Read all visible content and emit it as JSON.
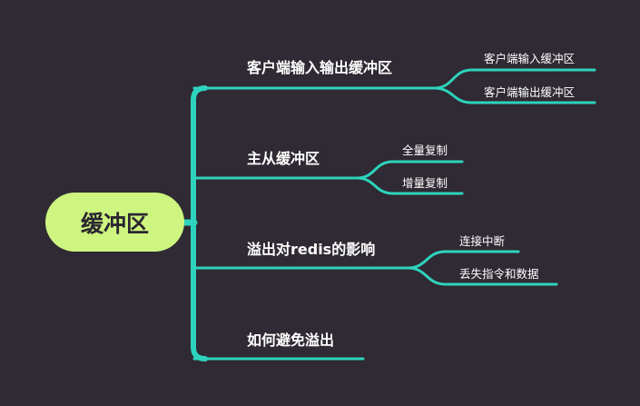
{
  "root": "缓冲区",
  "branches": [
    {
      "label": "客户端输入输出缓冲区",
      "children": [
        "客户端输入缓冲区",
        "客户端输出缓冲区"
      ]
    },
    {
      "label": "主从缓冲区",
      "children": [
        "全量复制",
        "增量复制"
      ]
    },
    {
      "label": "溢出对redis的影响",
      "children": [
        "连接中断",
        "丢失指令和数据"
      ]
    },
    {
      "label": "如何避免溢出",
      "children": []
    }
  ],
  "colors": {
    "background": "#2f2a33",
    "root_fill": "#cdf57f",
    "connector": "#2ed3bd",
    "text": "#ffffff"
  }
}
